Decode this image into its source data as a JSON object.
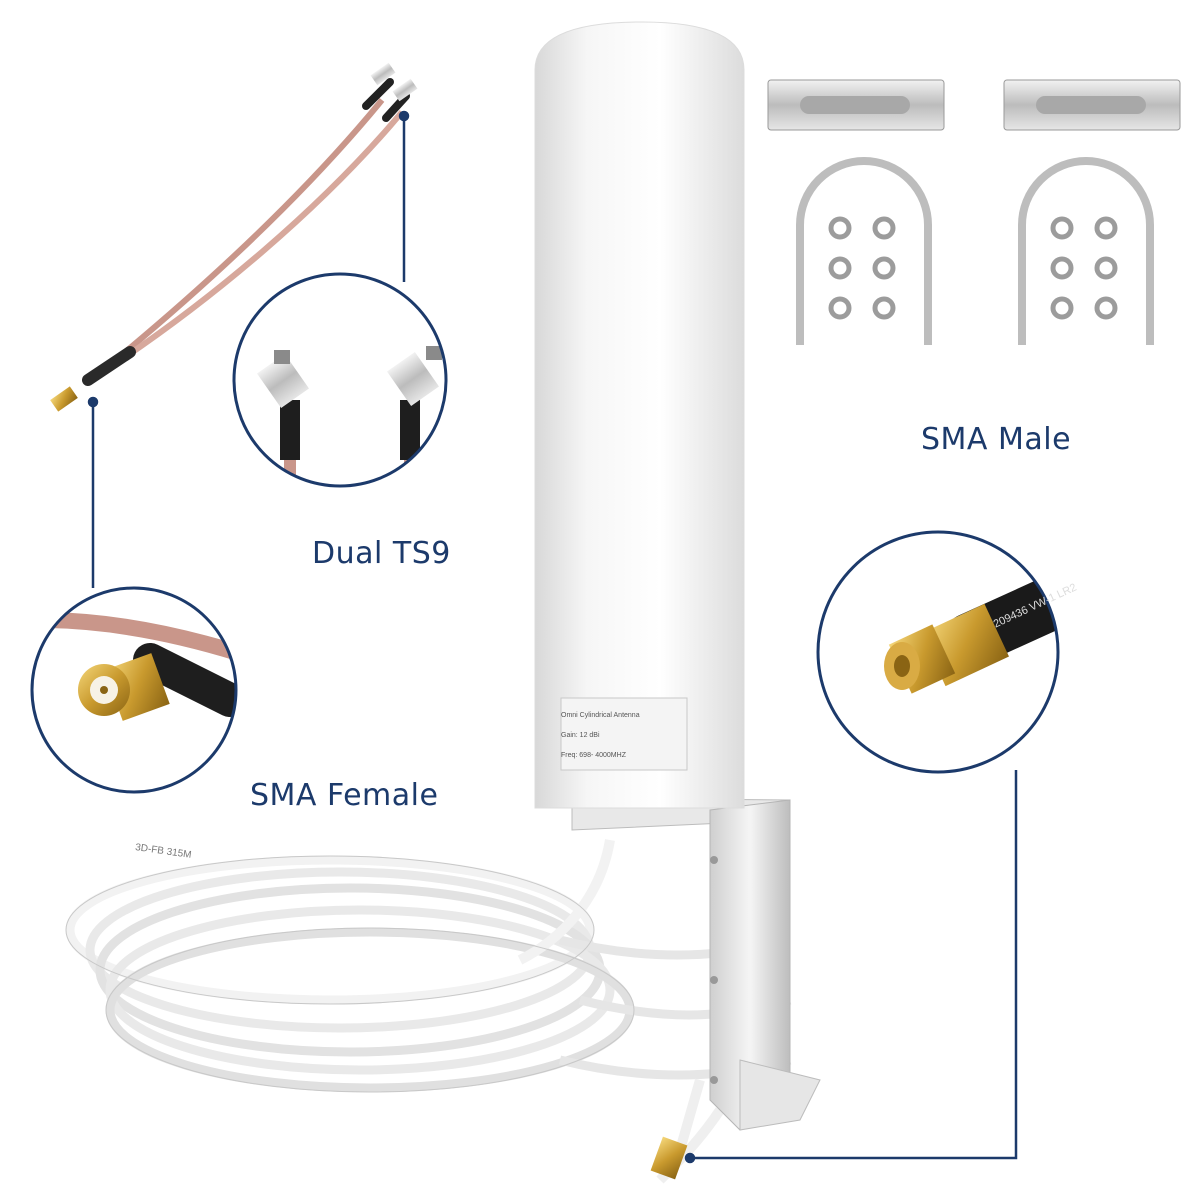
{
  "callouts": {
    "dual_ts9": "Dual TS9",
    "sma_female": "SMA Female",
    "sma_male": "SMA Male"
  },
  "antenna_label": {
    "line1": "Omni Cylindrical Antenna",
    "line2": "Gain: 12 dBi",
    "line3": "Freq: 698- 4000MHZ"
  },
  "cable_print": {
    "text1": "3D-FB  315M",
    "text2": "209436 VW-1 LR2"
  },
  "colors": {
    "callout_blue": "#1c3a6b",
    "copper_cable": "#c9968a",
    "gold_connector": "#c99a2e",
    "antenna_white": "#f4f4f4"
  }
}
